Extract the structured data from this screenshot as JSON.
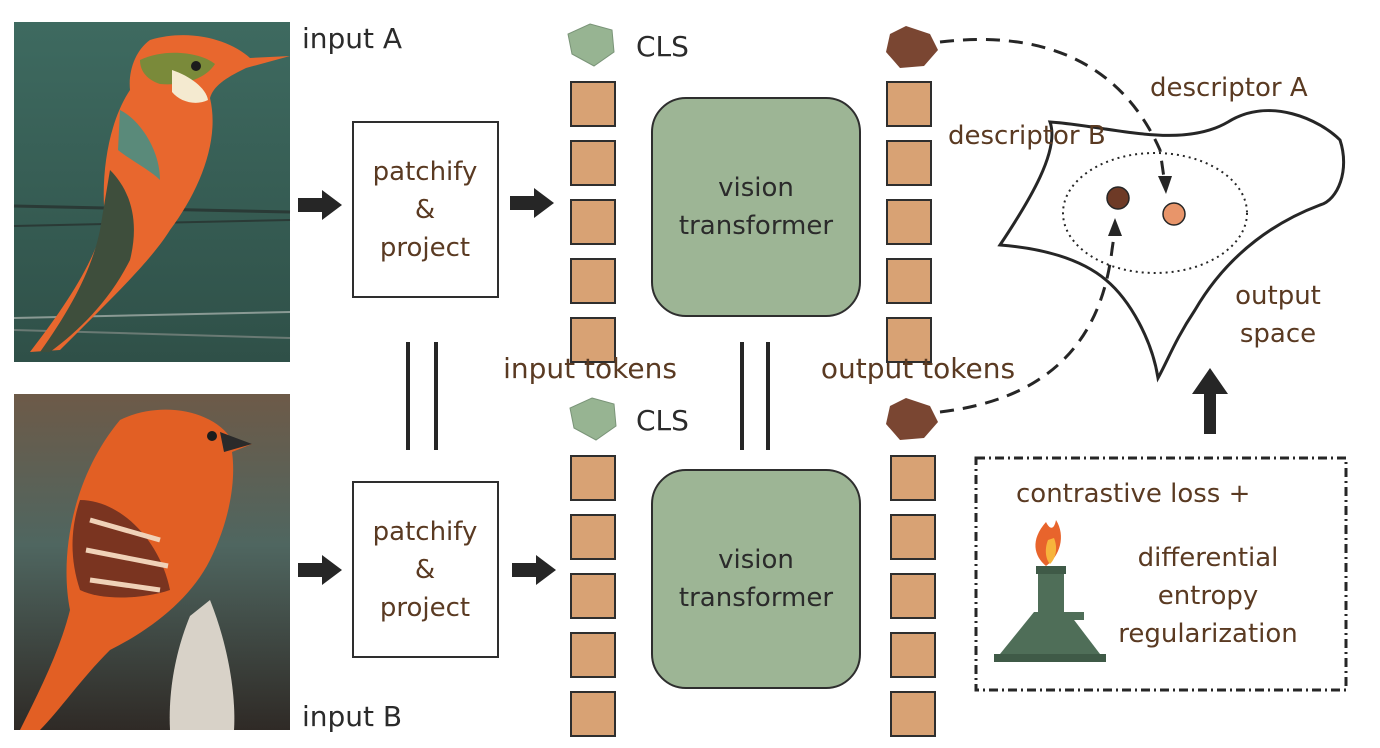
{
  "labels": {
    "input_a": "input A",
    "input_b": "input B",
    "patchify_line1": "patchify",
    "patchify_line2": "&",
    "patchify_line3": "project",
    "vit_line1": "vision",
    "vit_line2": "transformer",
    "cls": "CLS",
    "input_tokens": "input tokens",
    "output_tokens": "output tokens",
    "descriptor_a": "descriptor A",
    "descriptor_b": "descriptor B",
    "output_space_line1": "output",
    "output_space_line2": "space",
    "loss_line1": "contrastive loss +",
    "loss_line2": "differential",
    "loss_line3": "entropy",
    "loss_line4": "regularization"
  },
  "colors": {
    "token_fill": "#d8a274",
    "token_stroke": "#2e2e2e",
    "transformer_fill": "#9db595",
    "cls_in_fill": "#97b492",
    "cls_out_fill": "#7a4632",
    "desc_a_fill": "#e8956a",
    "desc_b_fill": "#6e3a26",
    "text": "#5a3a22",
    "arrow": "#262626",
    "burner": "#4f6e58",
    "flame_outer": "#e8642c",
    "flame_inner": "#f7b43c"
  },
  "icons": {
    "burner": "bunsen-burner-icon",
    "arrow": "right-arrow-icon"
  }
}
